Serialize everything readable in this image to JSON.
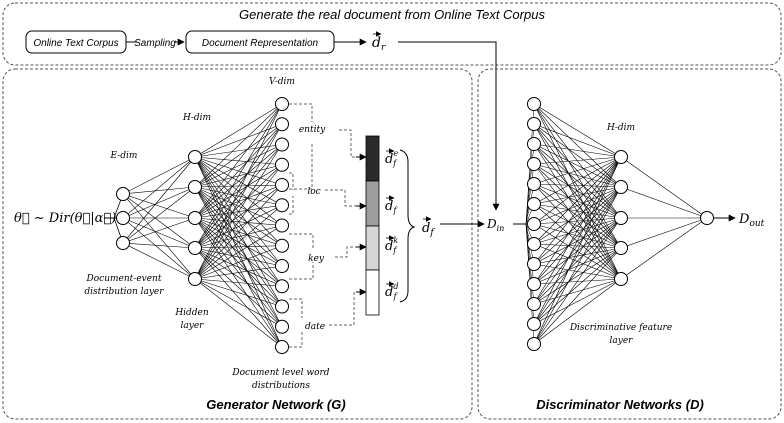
{
  "header": {
    "title": "Generate the real document from Online Text Corpus",
    "online_text_corpus": "Online Text Corpus",
    "sampling": "Sampling",
    "document_representation": "Document Representation",
    "d_r_base": "d",
    "d_r_sub": "r"
  },
  "generator": {
    "title": "Generator Network (G)",
    "input_formula": "θ⃗ ~ Dir(θ⃗|α⃗)",
    "e_dim": "E-dim",
    "h_dim": "H-dim",
    "v_dim": "V-dim",
    "e_layer_label_line1": "Document-event",
    "e_layer_label_line2": "distribution layer",
    "hidden_label_line1": "Hidden",
    "hidden_label_line2": "layer",
    "v_layer_label_line1": "Document level word",
    "v_layer_label_line2": "distributions",
    "groups": [
      "entity",
      "loc",
      "key",
      "date"
    ],
    "vector_labels": [
      {
        "base": "d",
        "sup": "e",
        "sub": "f"
      },
      {
        "base": "d",
        "sup": "",
        "sub": "f"
      },
      {
        "base": "d",
        "sup": "k",
        "sub": "f"
      },
      {
        "base": "d",
        "sup": "d",
        "sub": "f"
      }
    ],
    "d_f_base": "d",
    "d_f_sub": "f",
    "segment_colors": [
      "#2b2b2b",
      "#9e9e9e",
      "#d6d6d6",
      "#ffffff"
    ]
  },
  "discriminator": {
    "title": "Discriminator Networks (D)",
    "h_dim": "H-dim",
    "d_in_base": "D",
    "d_in_sub": "in",
    "d_out_base": "D",
    "d_out_sub": "out",
    "feature_label_line1": "Discriminative feature",
    "feature_label_line2": "layer"
  }
}
